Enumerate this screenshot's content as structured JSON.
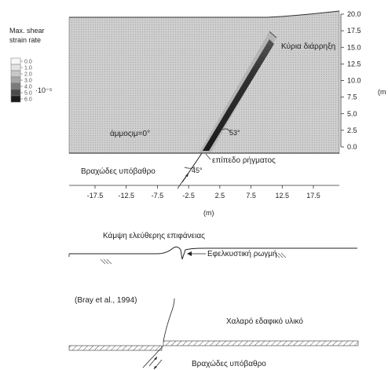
{
  "legend": {
    "title_line1": "Max. shear",
    "title_line2": "strain rate",
    "levels": [
      "0.0",
      "1.0",
      "2.0",
      "3.0",
      "4.0",
      "5.0",
      "6.0"
    ],
    "unit": "·10⁻⁵",
    "colors": [
      "#f7f7f7",
      "#e3e3e3",
      "#c7c7c7",
      "#a6a6a6",
      "#7b7b7b",
      "#4c4c4c",
      "#1c1c1c"
    ]
  },
  "plot": {
    "x_ticks": [
      "-17.5",
      "-12.5",
      "-7.5",
      "-2.5",
      "2.5",
      "7.5",
      "12.5",
      "17.5"
    ],
    "x_unit": "(m)",
    "y_ticks": [
      "20.0",
      "17.5",
      "15.0",
      "12.5",
      "10.0",
      "7.5",
      "5.0",
      "2.5",
      "0.0"
    ],
    "y_unit": "(m",
    "label_main_rupture": "Κύρια διάρρηξη",
    "label_sand": "άμμοςιμ=0°",
    "label_fault_plane": "επίπεδο ρήγματος",
    "label_bedrock": "Βραχώδες υπόβαθρο",
    "angle_rupture": "53°",
    "angle_fault": "45°"
  },
  "middle": {
    "title": "Κάμψη ελεύθερης επιφάνειας",
    "crack_label": "Εφελκυστική ρωγμή"
  },
  "bottom": {
    "citation": "(Bray et al., 1994)",
    "loose_soil": "Χαλαρό εδαφικό υλικό",
    "bedrock": "Βραχώδες υπόβαθρο"
  }
}
